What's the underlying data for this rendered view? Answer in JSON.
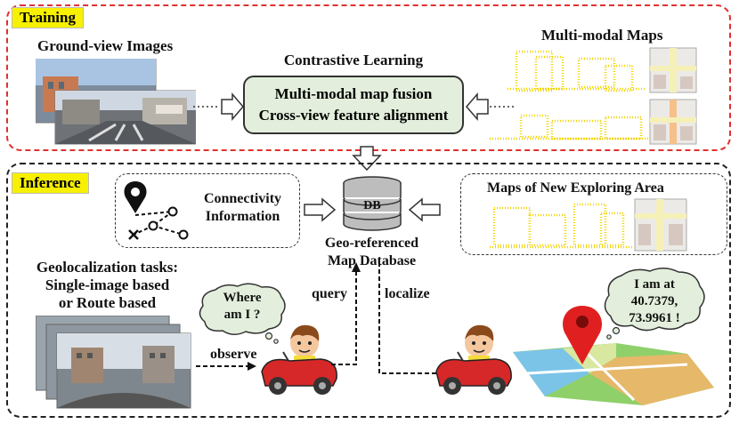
{
  "training": {
    "tag": "Training",
    "ground_view_title": "Ground-view Images",
    "contrastive_title": "Contrastive Learning",
    "fusion_line1": "Multi-modal map fusion",
    "fusion_line2": "Cross-view feature alignment",
    "maps_title": "Multi-modal Maps"
  },
  "inference": {
    "tag": "Inference",
    "connectivity_line1": "Connectivity",
    "connectivity_line2": "Information",
    "db_label": "DB",
    "database_line1": "Geo-referenced",
    "database_line2": "Map Database",
    "new_area_title": "Maps of New Exploring Area",
    "tasks_line1": "Geolocalization tasks:",
    "tasks_line2": "Single-image based",
    "tasks_line3": "or Route based",
    "bubble_where_line1": "Where",
    "bubble_where_line2": "am I ?",
    "query_label": "query",
    "localize_label": "localize",
    "observe_label": "observe",
    "bubble_iam_line1": "I am at",
    "bubble_iam_line2": "40.7379,",
    "bubble_iam_line3": "73.9961 !"
  },
  "colors": {
    "training_border": "#e03030",
    "inference_border": "#222222",
    "tag_fill": "#f7f000",
    "fusion_fill": "#e3efdc",
    "bubble_fill": "#e3efdc",
    "point_cloud": "#f2d500",
    "pin": "#e02020",
    "car": "#d62828"
  }
}
